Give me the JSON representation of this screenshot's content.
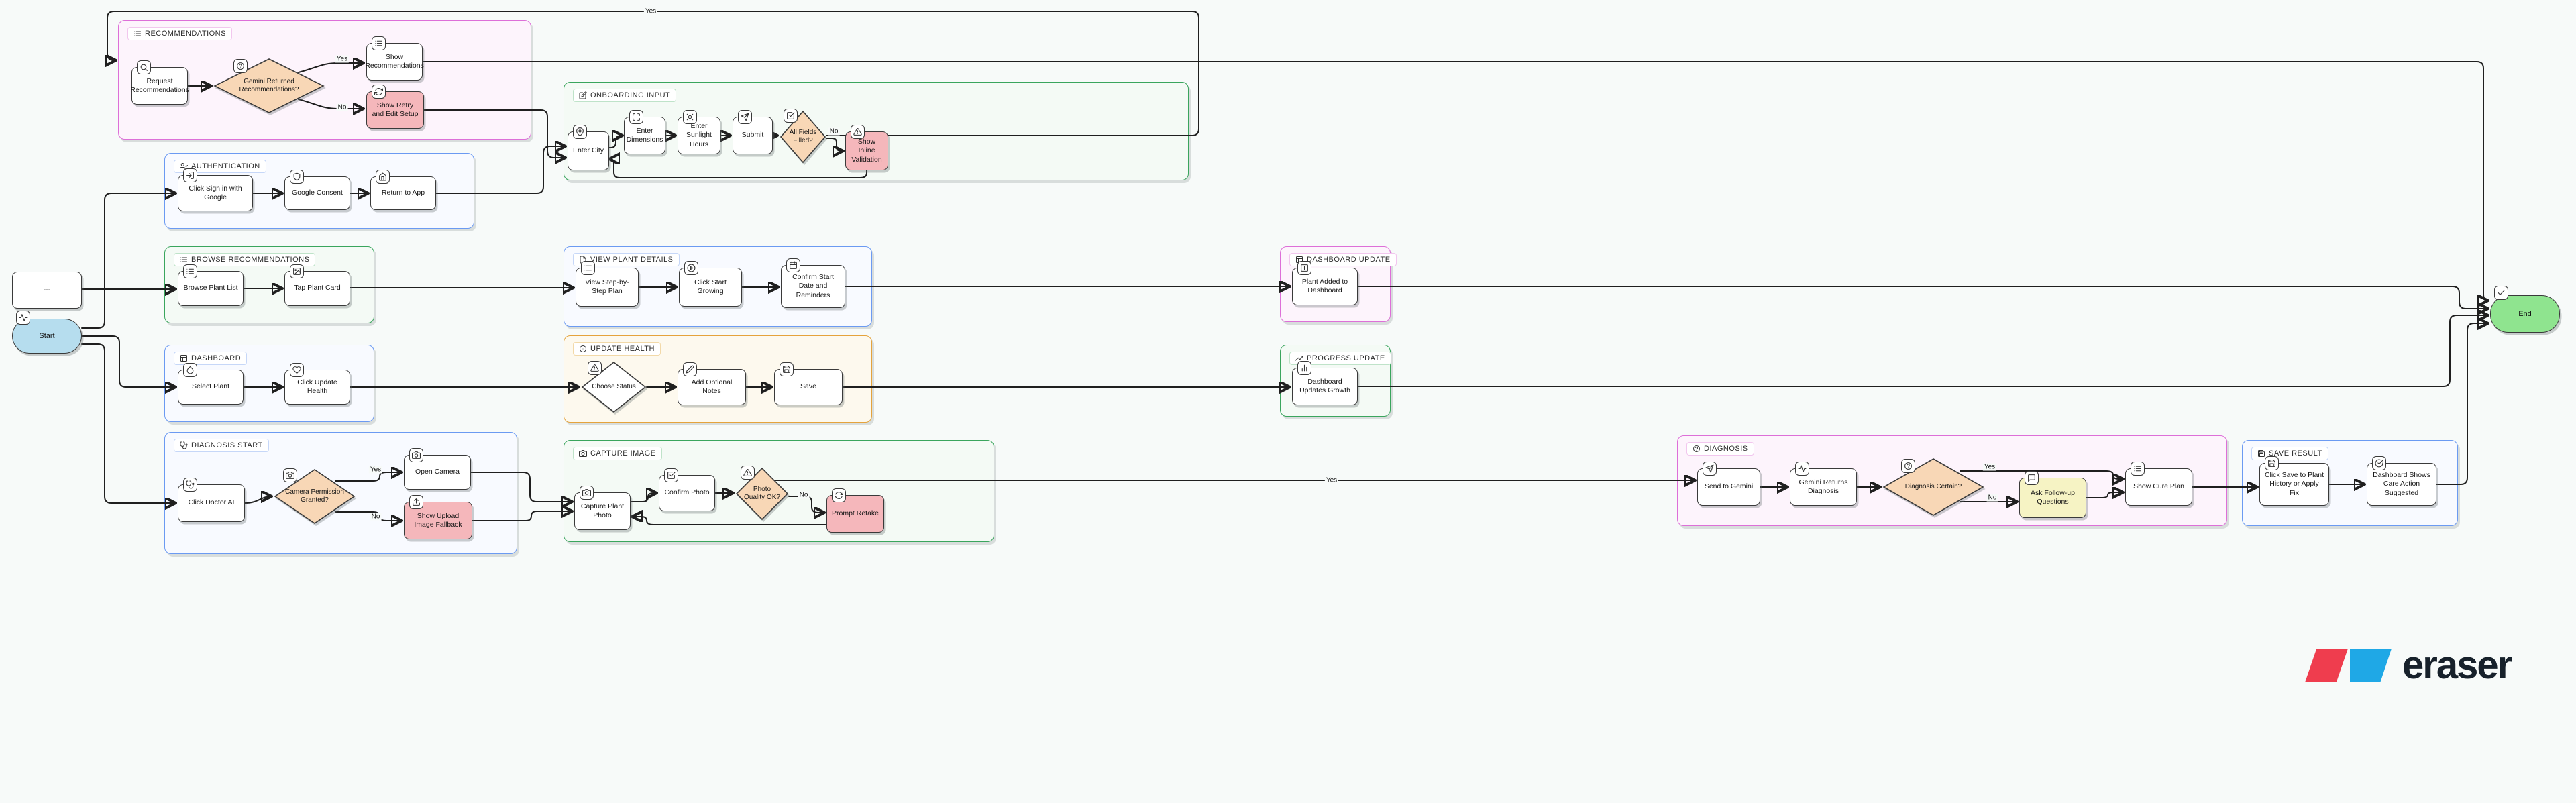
{
  "canvas": {
    "background": "#f7faf9"
  },
  "labels": {
    "yes": "Yes",
    "no": "No"
  },
  "terminals": {
    "start": "Start",
    "end": "End",
    "placeholder": "---"
  },
  "branding": {
    "logo_text": "eraser",
    "logo_red": "#ef3d4e",
    "logo_blue": "#1fa8e6"
  },
  "groups": {
    "recommendations": {
      "title": "RECOMMENDATIONS",
      "border": "#dd6fd8"
    },
    "onboarding": {
      "title": "ONBOARDING INPUT",
      "border": "#3aa55d"
    },
    "auth": {
      "title": "AUTHENTICATION",
      "border": "#6b9af2"
    },
    "browse": {
      "title": "BROWSE RECOMMENDATIONS",
      "border": "#3aa55d"
    },
    "viewdetails": {
      "title": "VIEW PLANT DETAILS",
      "border": "#6b9af2"
    },
    "dashupdate": {
      "title": "DASHBOARD UPDATE",
      "border": "#dd6fd8"
    },
    "dashboard": {
      "title": "DASHBOARD",
      "border": "#6b9af2"
    },
    "updatehealth": {
      "title": "UPDATE HEALTH",
      "border": "#e5a33c"
    },
    "progress": {
      "title": "PROGRESS UPDATE",
      "border": "#3aa55d"
    },
    "diagstart": {
      "title": "DIAGNOSIS START",
      "border": "#6b9af2"
    },
    "capture": {
      "title": "CAPTURE IMAGE",
      "border": "#3aa55d"
    },
    "diagnosis": {
      "title": "DIAGNOSIS",
      "border": "#dd6fd8"
    },
    "saveresult": {
      "title": "SAVE RESULT",
      "border": "#6b9af2"
    }
  },
  "nodes": {
    "request_reco": "Request Recommendations",
    "gemini_returned": "Gemini Returned Recommendations?",
    "show_reco": "Show Recommendations",
    "show_retry": "Show Retry and Edit Setup",
    "enter_city": "Enter City",
    "enter_dimensions": "Enter Dimensions",
    "enter_sunlight": "Enter Sunlight Hours",
    "submit": "Submit",
    "all_fields": "All Fields Filled?",
    "show_inline": "Show Inline Validation",
    "signin": "Click Sign in with Google",
    "consent": "Google Consent",
    "return_app": "Return to App",
    "browse_list": "Browse Plant List",
    "tap_card": "Tap Plant Card",
    "view_plan": "View Step-by-Step Plan",
    "start_growing": "Click Start Growing",
    "confirm_start": "Confirm Start Date and Reminders",
    "plant_added": "Plant Added to Dashboard",
    "select_plant": "Select Plant",
    "update_health": "Click Update Health",
    "choose_status": "Choose Status",
    "add_notes": "Add Optional Notes",
    "save": "Save",
    "dash_growth": "Dashboard Updates Growth",
    "click_doctor": "Click Doctor AI",
    "camera_perm": "Camera Permission Granted?",
    "open_camera": "Open Camera",
    "show_upload": "Show Upload Image Fallback",
    "capture_photo": "Capture Plant Photo",
    "confirm_photo": "Confirm Photo",
    "photo_quality": "Photo Quality OK?",
    "prompt_retake": "Prompt Retake",
    "send_gemini": "Send to Gemini",
    "gemini_returns": "Gemini Returns Diagnosis",
    "diag_certain": "Diagnosis Certain?",
    "ask_followup": "Ask Follow-up Questions",
    "show_cure": "Show Cure Plan",
    "save_history": "Click Save to Plant History or Apply Fix",
    "dash_care": "Dashboard Shows Care Action Suggested"
  },
  "node_colors": {
    "decision": "#f8d7b6",
    "error": "#f5b7bb",
    "memo": "#f6f3c4",
    "start": "#b6ddee",
    "end": "#8fe48f"
  }
}
